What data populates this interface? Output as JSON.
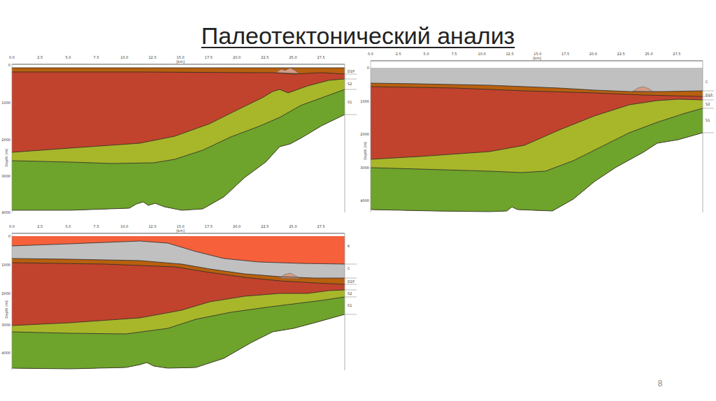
{
  "diagram": {
    "title": "Палеотектонический анализ",
    "labels": [
      "0.0",
      "2.5",
      "5.0",
      "7.5",
      "10.0",
      "12.5",
      "15.0",
      "17.5",
      "20.0",
      "22.5",
      "25.0",
      "27.5",
      "[km]",
      "0",
      "1000",
      "2000",
      "3000",
      "4000",
      "Depth [m]",
      "D1P",
      "S2",
      "S1",
      "0.0",
      "2.5",
      "5.0",
      "7.5",
      "10.0",
      "12.5",
      "15.0",
      "17.5",
      "20.0",
      "22.5",
      "25.0",
      "27.5",
      "[km]",
      "0",
      "1000",
      "2000",
      "3000",
      "4000",
      "Depth [m]",
      "C",
      "D1P",
      "S2",
      "S1",
      "0.0",
      "2.5",
      "5.0",
      "7.5",
      "10.0",
      "12.5",
      "15.0",
      "17.5",
      "20.0",
      "22.5",
      "25.0",
      "27.5",
      "[km]",
      "0",
      "1000",
      "2000",
      "3000",
      "4000",
      "Depth [m]",
      "K",
      "C",
      "D1P",
      "S2",
      "S1",
      "8"
    ]
  }
}
